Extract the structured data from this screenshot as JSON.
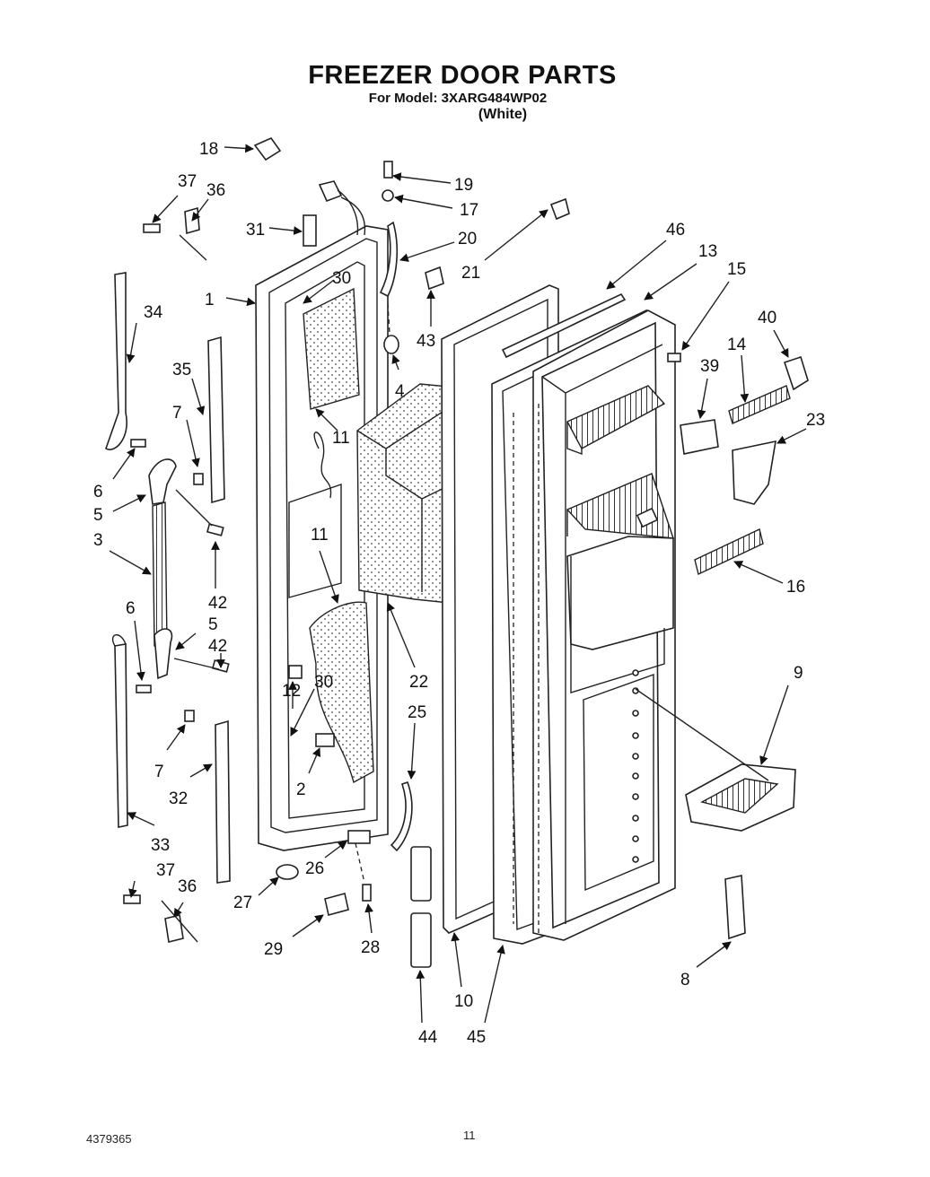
{
  "header": {
    "title": "FREEZER DOOR PARTS",
    "model_line": "For Model: 3XARG484WP02",
    "color_line": "(White)"
  },
  "footer": {
    "document_number": "4379365",
    "page_number": "11"
  },
  "callouts": {
    "c1": "1",
    "c2": "2",
    "c3": "3",
    "c4": "4",
    "c5a": "5",
    "c5b": "5",
    "c6a": "6",
    "c6b": "6",
    "c7a": "7",
    "c7b": "7",
    "c8": "8",
    "c9": "9",
    "c10": "10",
    "c11a": "11",
    "c11b": "11",
    "c12": "12",
    "c13": "13",
    "c14": "14",
    "c15": "15",
    "c16": "16",
    "c17": "17",
    "c18": "18",
    "c19": "19",
    "c20": "20",
    "c21": "21",
    "c22": "22",
    "c23": "23",
    "c25": "25",
    "c26": "26",
    "c27": "27",
    "c28": "28",
    "c29": "29",
    "c30a": "30",
    "c30b": "30",
    "c31": "31",
    "c32": "32",
    "c33": "33",
    "c34": "34",
    "c35": "35",
    "c36a": "36",
    "c36b": "36",
    "c37a": "37",
    "c37b": "37",
    "c39": "39",
    "c40": "40",
    "c42a": "42",
    "c42b": "42",
    "c43": "43",
    "c44": "44",
    "c45": "45",
    "c46": "46"
  }
}
